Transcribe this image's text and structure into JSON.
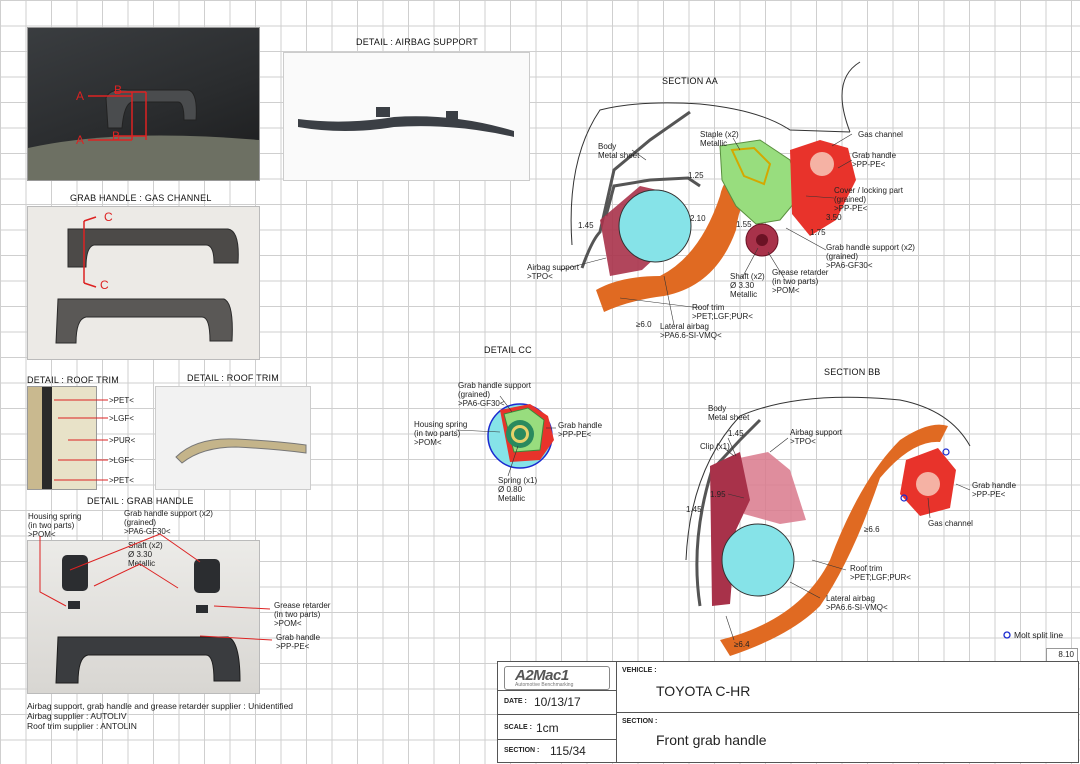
{
  "headings": {
    "airbag_support": "DETAIL : AIRBAG SUPPORT",
    "section_aa": "SECTION AA",
    "grab_handle_gas": "GRAB HANDLE : GAS CHANNEL",
    "detail_cc": "DETAIL CC",
    "section_bb": "SECTION BB",
    "roof_trim_1": "DETAIL : ROOF TRIM",
    "roof_trim_2": "DETAIL : ROOF TRIM",
    "grab_handle": "DETAIL : GRAB HANDLE"
  },
  "photo_marks": {
    "a": "A",
    "b": "B",
    "c": "C"
  },
  "layers": [
    ">PET<",
    ">LGF<",
    ">PUR<",
    ">LGF<",
    ">PET<"
  ],
  "aa": {
    "body": "Body\nMetal sheet",
    "staple": "Staple (x2)\nMetallic",
    "gas_channel": "Gas channel",
    "grab_handle": "Grab handle\n>PP-PE<",
    "cover": "Cover / locking part\n(grained)\n>PP-PE<",
    "d125": "1.25",
    "d145": "1.45",
    "d210": "2.10",
    "d155": "1.55",
    "d350": "3.50",
    "d175": "1.75",
    "support": "Grab handle support (x2)\n(grained)\n>PA6-GF30<",
    "airbag_support": "Airbag support\n>TPO<",
    "shaft": "Shaft (x2)\nØ 3.30\nMetallic",
    "grease": "Grease retarder\n(in two parts)\n>POM<",
    "roof_trim": "Roof trim\n>PET;LGF;PUR<",
    "d60": "≥6.0",
    "lateral": "Lateral airbag\n>PA6.6-SI-VMQ<"
  },
  "cc": {
    "support": "Grab handle support\n(grained)\n>PA6-GF30<",
    "housing": "Housing spring\n(in two parts)\n>POM<",
    "grab": "Grab handle\n>PP-PE<",
    "spring": "Spring (x1)\nØ 0.80\nMetallic"
  },
  "bb": {
    "body": "Body\nMetal sheet",
    "d145a": "1.45",
    "airbag_support": "Airbag support\n>TPO<",
    "clip": "Clip (x1)",
    "d195": "1.95",
    "d145b": "1.45",
    "d66": "≥6.6",
    "grab": "Grab handle\n>PP-PE<",
    "gas": "Gas channel",
    "roof": "Roof trim\n>PET;LGF;PUR<",
    "lateral": "Lateral airbag\n>PA6.6-SI-VMQ<",
    "d64": "≥6.4"
  },
  "gh": {
    "housing": "Housing spring\n(in two parts)\n>POM<",
    "support": "Grab handle support (x2)\n(grained)\n>PA6-GF30<",
    "shaft": "Shaft (x2)\nØ 3.30\nMetallic",
    "grease": "Grease retarder\n(in two parts)\n>POM<",
    "grab": "Grab handle\n>PP-PE<"
  },
  "suppliers": "Airbag support, grab handle and grease retarder supplier : Unidentified\nAirbag supplier : AUTOLIV\nRoof trim supplier : ANTOLIN",
  "legend": {
    "mold_split": "Molt split line",
    "page_code": "8.10"
  },
  "title_block": {
    "logo": "A2Mac1",
    "logo_sub": "Automotive Benchmarking",
    "vehicle_label": "VEHICLE :",
    "vehicle": "TOYOTA C-HR",
    "date_label": "DATE :",
    "date": "10/13/17",
    "scale_label": "SCALE :",
    "scale": "1cm",
    "section_label": "SECTION :",
    "section_value": "Front grab handle",
    "section_label2": "SECTION :",
    "section_num": "115/34"
  },
  "colors": {
    "orange": "#e06a22",
    "red": "#e8332b",
    "maroon": "#a8324a",
    "cyan": "#86e3e8",
    "green": "#98dd7e"
  }
}
